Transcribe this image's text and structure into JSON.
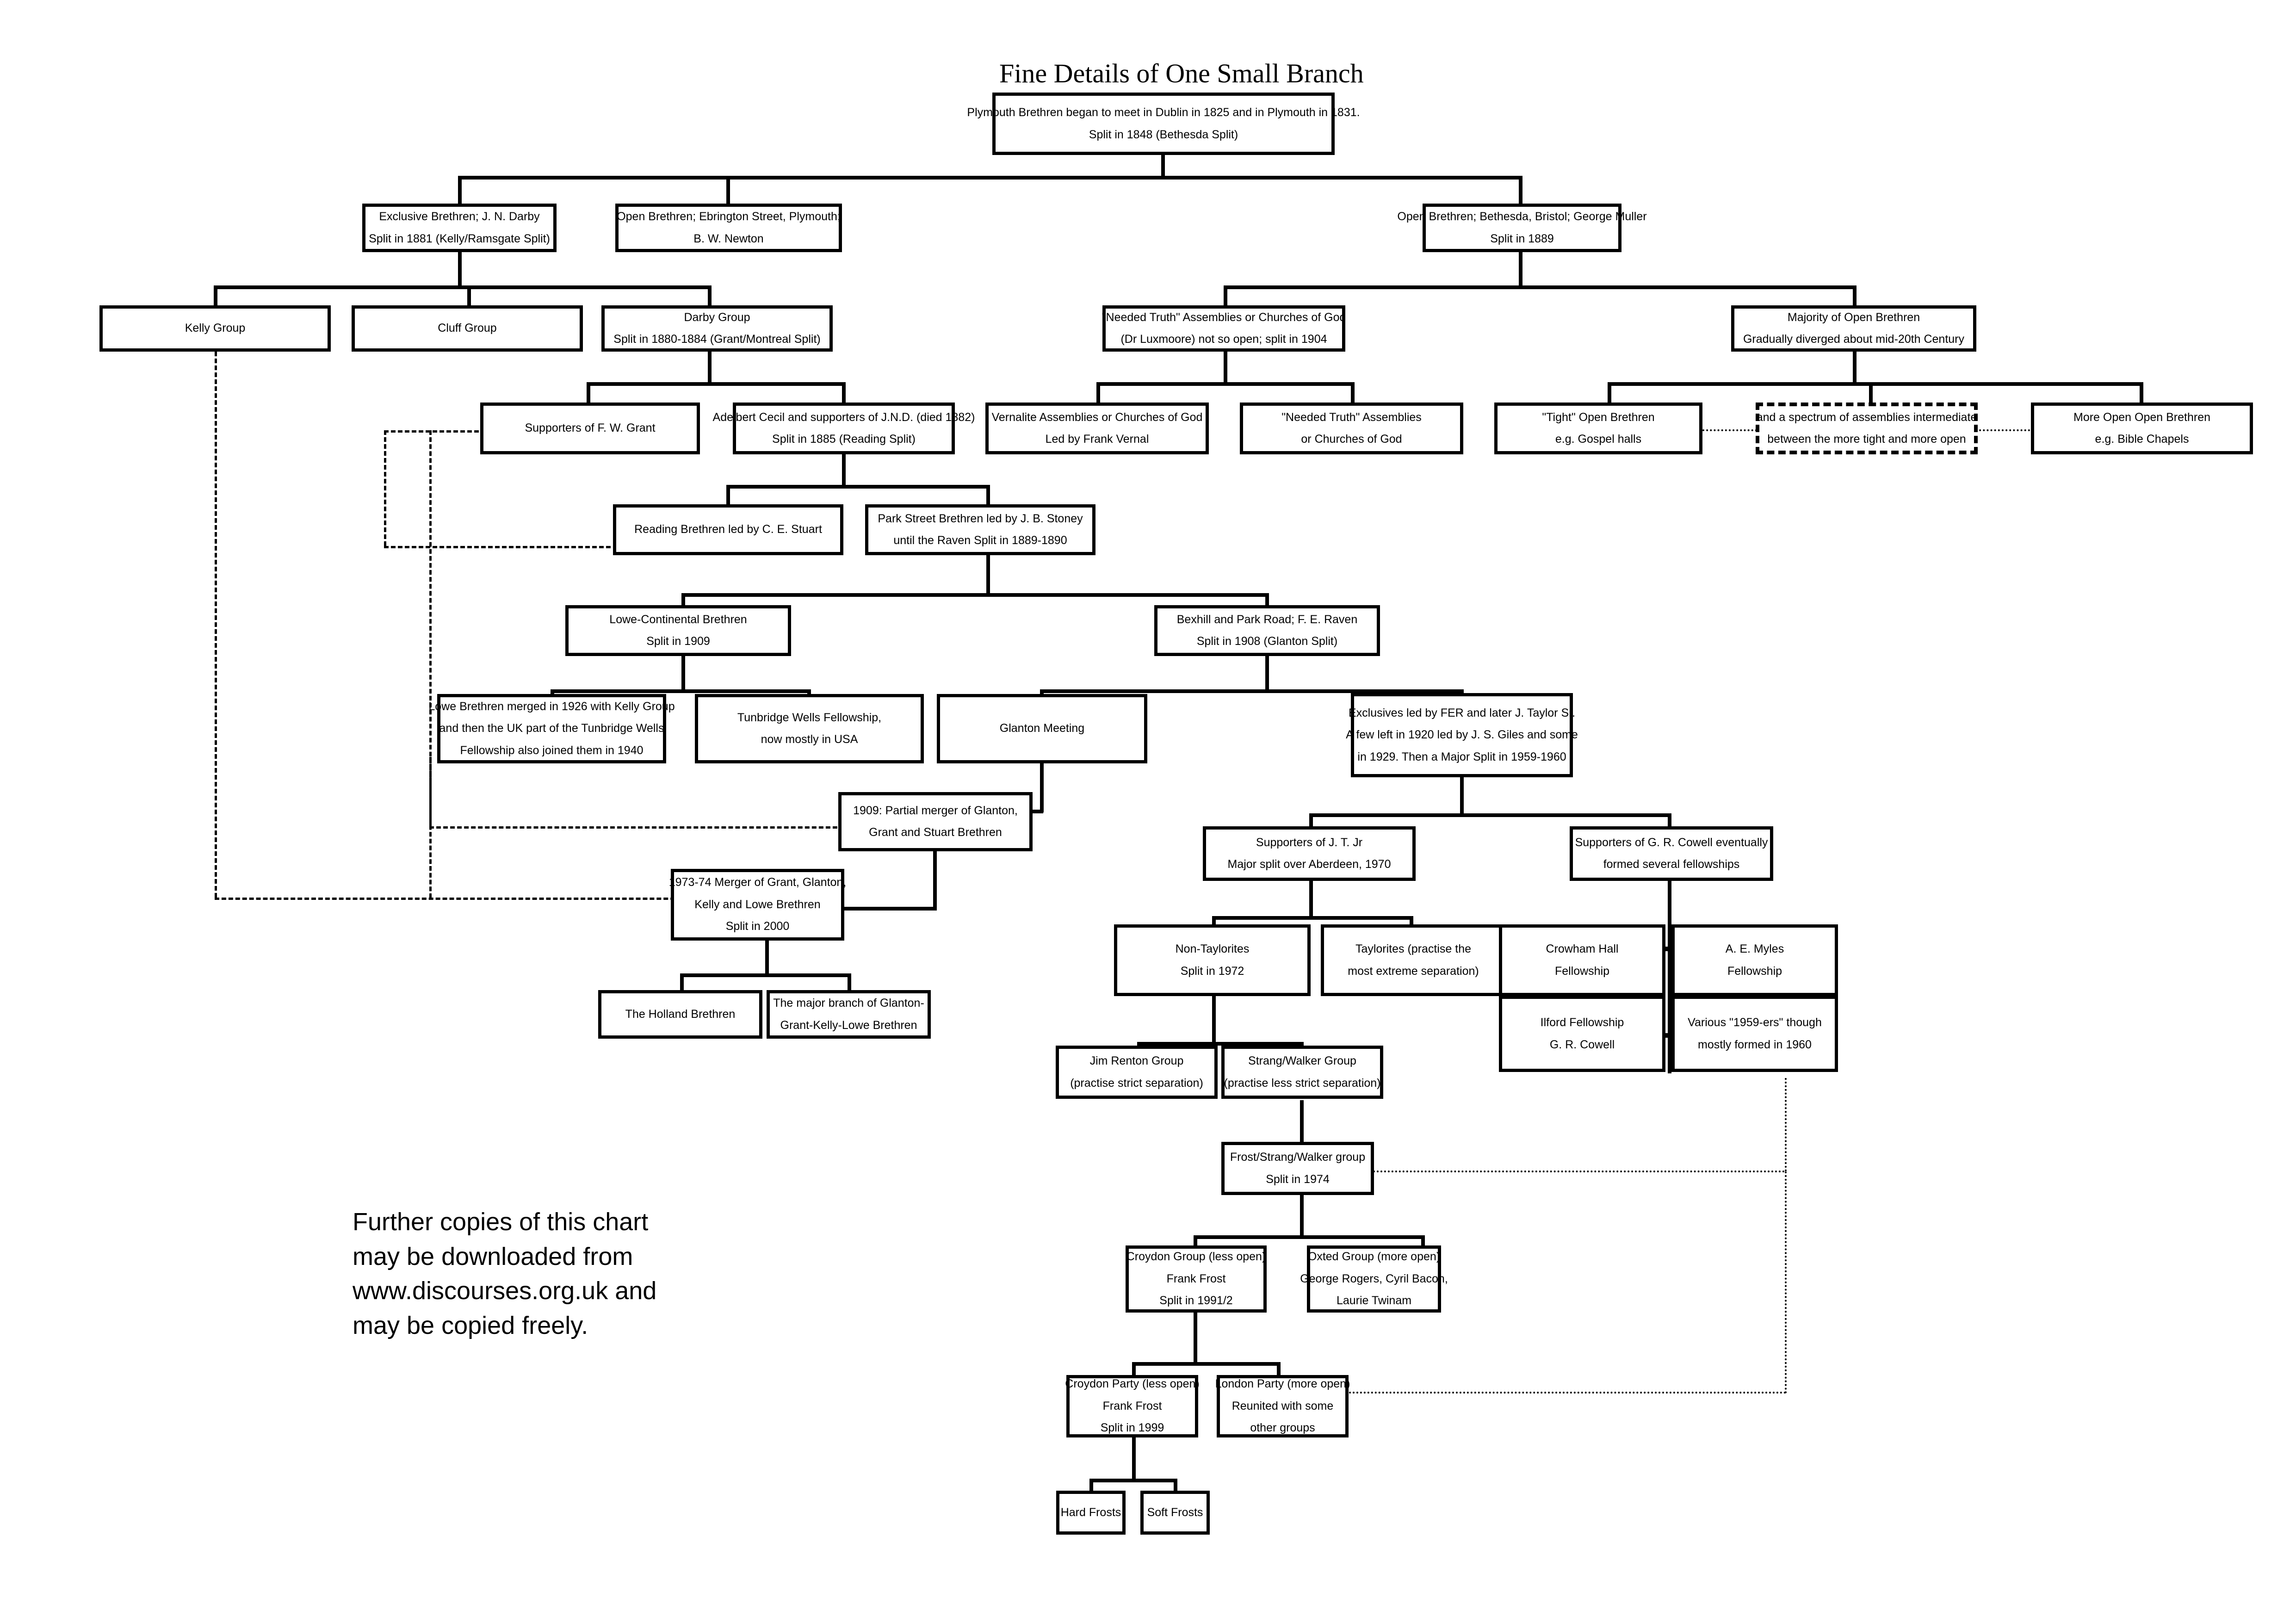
{
  "title": "Fine Details of One Small Branch",
  "footer": {
    "line1": "Further copies of this chart",
    "line2": "may be downloaded from",
    "line3": "www.discourses.org.uk and",
    "line4": "may be copied freely."
  },
  "colors": {
    "box_border": "#000000",
    "background": "#ffffff",
    "text": "#000000"
  },
  "chart_data": {
    "type": "diagram",
    "subtype": "organizational-genealogy-tree",
    "title": "Fine Details of One Small Branch",
    "orientation": "top-down",
    "node_count": 40,
    "nodes": [
      {
        "id": "root",
        "lines": [
          "Plymouth Brethren began to meet in Dublin in 1825 and in Plymouth in 1831.",
          "Split in 1848 (Bethesda Split)"
        ]
      },
      {
        "id": "exclusive",
        "lines": [
          "Exclusive Brethren; J. N. Darby",
          "Split in 1881 (Kelly/Ramsgate Split)"
        ]
      },
      {
        "id": "open-ebrington",
        "lines": [
          "Open Brethren; Ebrington Street, Plymouth;",
          "B. W. Newton"
        ]
      },
      {
        "id": "open-bethesda",
        "lines": [
          "Open Brethren; Bethesda, Bristol; George Muller",
          "Split in 1889"
        ]
      },
      {
        "id": "kelly-group",
        "lines": [
          "Kelly Group"
        ]
      },
      {
        "id": "cluff-group",
        "lines": [
          "Cluff Group"
        ]
      },
      {
        "id": "darby-group",
        "lines": [
          "Darby Group",
          "Split in 1880-1884 (Grant/Montreal Split)"
        ]
      },
      {
        "id": "needed-truth-1",
        "lines": [
          "\"Needed Truth\" Assemblies or Churches of God",
          "(Dr Luxmoore)  not so open; split in 1904"
        ]
      },
      {
        "id": "majority-open",
        "lines": [
          "Majority of Open Brethren",
          "Gradually diverged about mid-20th Century"
        ]
      },
      {
        "id": "fw-grant",
        "lines": [
          "Supporters of F. W. Grant"
        ]
      },
      {
        "id": "adelbert-cecil",
        "lines": [
          "Adelbert Cecil and supporters of J.N.D. (died 1882)",
          "Split in 1885 (Reading Split)"
        ]
      },
      {
        "id": "vernalite",
        "lines": [
          "Vernalite Assemblies or Churches of God",
          "Led by Frank Vernal"
        ]
      },
      {
        "id": "needed-truth-2",
        "lines": [
          "\"Needed Truth\" Assemblies",
          "or Churches of God"
        ]
      },
      {
        "id": "tight-open",
        "lines": [
          "\"Tight\" Open Brethren",
          "e.g. Gospel halls"
        ]
      },
      {
        "id": "spectrum",
        "lines": [
          "and a spectrum of assemblies intermediate",
          "between the more tight and more open"
        ],
        "style": "dashed"
      },
      {
        "id": "more-open",
        "lines": [
          "More Open Open Brethren",
          "e.g. Bible Chapels"
        ]
      },
      {
        "id": "reading-brethren",
        "lines": [
          "Reading Brethren led by C. E. Stuart"
        ]
      },
      {
        "id": "park-street",
        "lines": [
          "Park Street Brethren led by J. B. Stoney",
          "until the Raven Split in 1889-1890"
        ]
      },
      {
        "id": "lowe-continental",
        "lines": [
          "Lowe-Continental Brethren",
          "Split in 1909"
        ]
      },
      {
        "id": "bexhill-raven",
        "lines": [
          "Bexhill and Park Road; F. E. Raven",
          "Split in 1908 (Glanton Split)"
        ]
      },
      {
        "id": "lowe-merged",
        "lines": [
          "Lowe Brethren merged in 1926 with Kelly Group",
          "and then the UK part of the Tunbridge Wells",
          "Fellowship also joined them in 1940"
        ]
      },
      {
        "id": "tunbridge-wells",
        "lines": [
          "Tunbridge Wells Fellowship,",
          "now mostly in USA"
        ]
      },
      {
        "id": "glanton-meeting",
        "lines": [
          "Glanton Meeting"
        ]
      },
      {
        "id": "exclusives-fer",
        "lines": [
          "Exclusives led by FER and later J. Taylor Sr.",
          "A few left in 1920 led by J. S. Giles and some",
          "in 1929. Then a Major Split in 1959-1960"
        ]
      },
      {
        "id": "merger-1909",
        "lines": [
          "1909: Partial merger of Glanton,",
          "Grant and Stuart Brethren"
        ]
      },
      {
        "id": "merger-1973",
        "lines": [
          "1973-74 Merger of Grant, Glanton,",
          "Kelly and Lowe Brethren",
          "Split in 2000"
        ]
      },
      {
        "id": "holland-brethren",
        "lines": [
          "The Holland Brethren"
        ]
      },
      {
        "id": "major-branch",
        "lines": [
          "The major branch of Glanton-",
          "Grant-Kelly-Lowe Brethren"
        ]
      },
      {
        "id": "jt-jr",
        "lines": [
          "Supporters of J. T. Jr",
          "Major split over Aberdeen, 1970"
        ]
      },
      {
        "id": "gr-cowell",
        "lines": [
          "Supporters of G. R. Cowell eventually",
          "formed several fellowships"
        ]
      },
      {
        "id": "non-taylorites",
        "lines": [
          "Non-Taylorites",
          "Split in 1972"
        ]
      },
      {
        "id": "taylorites",
        "lines": [
          "Taylorites (practise the",
          "most extreme separation)"
        ]
      },
      {
        "id": "crowham-hall",
        "lines": [
          "Crowham Hall",
          "Fellowship"
        ]
      },
      {
        "id": "ae-myles",
        "lines": [
          "A. E. Myles",
          "Fellowship"
        ]
      },
      {
        "id": "ilford",
        "lines": [
          "Ilford Fellowship",
          "G. R. Cowell"
        ]
      },
      {
        "id": "1959ers",
        "lines": [
          "Various \"1959-ers\" though",
          "mostly formed in 1960"
        ]
      },
      {
        "id": "jim-renton",
        "lines": [
          "Jim Renton Group",
          "(practise strict separation)"
        ]
      },
      {
        "id": "strang-walker",
        "lines": [
          "Strang/Walker Group",
          "(practise less strict separation)"
        ]
      },
      {
        "id": "frost-strang-walker",
        "lines": [
          "Frost/Strang/Walker group",
          "Split in 1974"
        ]
      },
      {
        "id": "croydon-group",
        "lines": [
          "Croydon Group (less open)",
          "Frank Frost",
          "Split in 1991/2"
        ]
      },
      {
        "id": "oxted-group",
        "lines": [
          "Oxted Group (more open)",
          "George Rogers, Cyril Bacon,",
          "Laurie Twinam"
        ]
      },
      {
        "id": "croydon-party",
        "lines": [
          "Croydon Party (less open)",
          "Frank Frost",
          "Split in 1999"
        ]
      },
      {
        "id": "london-party",
        "lines": [
          "London Party (more open)",
          "Reunited with some",
          "other groups"
        ]
      },
      {
        "id": "hard-frosts",
        "lines": [
          "Hard Frosts"
        ]
      },
      {
        "id": "soft-frosts",
        "lines": [
          "Soft Frosts"
        ]
      }
    ],
    "edges": [
      {
        "from": "root",
        "to": "exclusive",
        "style": "solid"
      },
      {
        "from": "root",
        "to": "open-ebrington",
        "style": "solid"
      },
      {
        "from": "root",
        "to": "open-bethesda",
        "style": "solid"
      },
      {
        "from": "exclusive",
        "to": "kelly-group",
        "style": "solid"
      },
      {
        "from": "exclusive",
        "to": "cluff-group",
        "style": "solid"
      },
      {
        "from": "exclusive",
        "to": "darby-group",
        "style": "solid"
      },
      {
        "from": "open-bethesda",
        "to": "needed-truth-1",
        "style": "solid"
      },
      {
        "from": "open-bethesda",
        "to": "majority-open",
        "style": "solid"
      },
      {
        "from": "darby-group",
        "to": "fw-grant",
        "style": "solid"
      },
      {
        "from": "darby-group",
        "to": "adelbert-cecil",
        "style": "solid"
      },
      {
        "from": "needed-truth-1",
        "to": "vernalite",
        "style": "solid"
      },
      {
        "from": "needed-truth-1",
        "to": "needed-truth-2",
        "style": "solid"
      },
      {
        "from": "majority-open",
        "to": "tight-open",
        "style": "solid"
      },
      {
        "from": "majority-open",
        "to": "spectrum",
        "style": "solid"
      },
      {
        "from": "majority-open",
        "to": "more-open",
        "style": "solid"
      },
      {
        "from": "tight-open",
        "to": "spectrum",
        "style": "dotted"
      },
      {
        "from": "spectrum",
        "to": "more-open",
        "style": "dotted"
      },
      {
        "from": "adelbert-cecil",
        "to": "reading-brethren",
        "style": "solid"
      },
      {
        "from": "adelbert-cecil",
        "to": "park-street",
        "style": "solid"
      },
      {
        "from": "park-street",
        "to": "lowe-continental",
        "style": "solid"
      },
      {
        "from": "park-street",
        "to": "bexhill-raven",
        "style": "solid"
      },
      {
        "from": "lowe-continental",
        "to": "lowe-merged",
        "style": "solid"
      },
      {
        "from": "lowe-continental",
        "to": "tunbridge-wells",
        "style": "solid"
      },
      {
        "from": "bexhill-raven",
        "to": "glanton-meeting",
        "style": "solid"
      },
      {
        "from": "bexhill-raven",
        "to": "exclusives-fer",
        "style": "solid"
      },
      {
        "from": "glanton-meeting",
        "to": "merger-1909",
        "style": "solid"
      },
      {
        "from": "fw-grant",
        "to": "merger-1909",
        "style": "dashed"
      },
      {
        "from": "reading-brethren",
        "to": "merger-1909",
        "style": "dashed"
      },
      {
        "from": "kelly-group",
        "to": "merger-1973",
        "style": "dashed"
      },
      {
        "from": "lowe-merged",
        "to": "merger-1973",
        "style": "dashed"
      },
      {
        "from": "merger-1909",
        "to": "merger-1973",
        "style": "solid"
      },
      {
        "from": "merger-1973",
        "to": "holland-brethren",
        "style": "solid"
      },
      {
        "from": "merger-1973",
        "to": "major-branch",
        "style": "solid"
      },
      {
        "from": "exclusives-fer",
        "to": "jt-jr",
        "style": "solid"
      },
      {
        "from": "exclusives-fer",
        "to": "gr-cowell",
        "style": "solid"
      },
      {
        "from": "jt-jr",
        "to": "non-taylorites",
        "style": "solid"
      },
      {
        "from": "jt-jr",
        "to": "taylorites",
        "style": "solid"
      },
      {
        "from": "gr-cowell",
        "to": "crowham-hall",
        "style": "solid"
      },
      {
        "from": "gr-cowell",
        "to": "ae-myles",
        "style": "solid"
      },
      {
        "from": "gr-cowell",
        "to": "ilford",
        "style": "solid"
      },
      {
        "from": "gr-cowell",
        "to": "1959ers",
        "style": "solid"
      },
      {
        "from": "non-taylorites",
        "to": "jim-renton",
        "style": "solid"
      },
      {
        "from": "non-taylorites",
        "to": "strang-walker",
        "style": "solid"
      },
      {
        "from": "strang-walker",
        "to": "frost-strang-walker",
        "style": "solid"
      },
      {
        "from": "frost-strang-walker",
        "to": "croydon-group",
        "style": "solid"
      },
      {
        "from": "frost-strang-walker",
        "to": "oxted-group",
        "style": "solid"
      },
      {
        "from": "frost-strang-walker",
        "to": "1959ers",
        "style": "dotted"
      },
      {
        "from": "croydon-group",
        "to": "croydon-party",
        "style": "solid"
      },
      {
        "from": "croydon-group",
        "to": "london-party",
        "style": "solid"
      },
      {
        "from": "london-party",
        "to": "1959ers",
        "style": "dotted"
      },
      {
        "from": "croydon-party",
        "to": "hard-frosts",
        "style": "solid"
      },
      {
        "from": "croydon-party",
        "to": "soft-frosts",
        "style": "solid"
      }
    ]
  }
}
